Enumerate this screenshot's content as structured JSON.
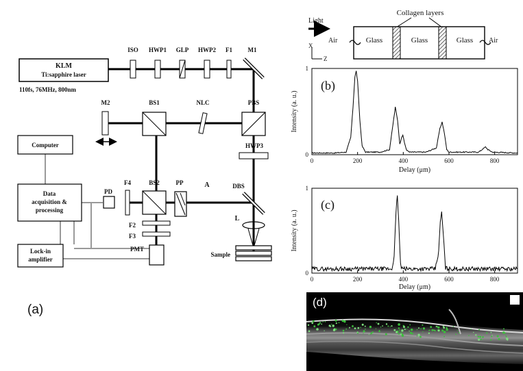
{
  "setup": {
    "laser_name": "KLM",
    "laser_type": "Ti:sapphire laser",
    "laser_specs": "110fs, 76MHz, 800nm",
    "components": {
      "iso": "ISO",
      "hwp1": "HWP1",
      "glp": "GLP",
      "hwp2": "HWP2",
      "f1": "F1",
      "m1": "M1",
      "m2": "M2",
      "bs1": "BS1",
      "nlc": "NLC",
      "pbs": "PBS",
      "hwp3": "HWP3",
      "f4": "F4",
      "bs2": "BS2",
      "pp": "PP",
      "a": "A",
      "dbs": "DBS",
      "pd": "PD",
      "f2": "F2",
      "f3": "F3",
      "pmt": "PMT",
      "l": "L",
      "sample": "Sample"
    },
    "computer": "Computer",
    "daq_lines": [
      "Data",
      "acquisition &",
      "processing"
    ],
    "lockin_lines": [
      "Lock-in",
      "amplifier"
    ],
    "panel_label": "(a)"
  },
  "sample_schematic": {
    "light": "Light",
    "collagen": "Collagen layers",
    "air_left": "Air",
    "air_right": "Air",
    "glass": [
      "Glass",
      "Glass",
      "Glass"
    ],
    "axis_x": "X",
    "axis_z": "Z"
  },
  "chart_data": [
    {
      "type": "line",
      "panel": "(b)",
      "xlabel": "Delay (μm)",
      "ylabel": "Intensity (a. u.)",
      "xlim": [
        0,
        900
      ],
      "ylim": [
        0,
        1
      ],
      "xticks": [
        "0",
        "200",
        "400",
        "600",
        "800"
      ],
      "yticks": [
        "0",
        "1"
      ],
      "series": [
        {
          "x": [
            0,
            100,
            150,
            170,
            180,
            188,
            194,
            200,
            210,
            220,
            235,
            300,
            340,
            355,
            365,
            375,
            385,
            392,
            398,
            405,
            415,
            430,
            500,
            545,
            560,
            570,
            580,
            590,
            600,
            640,
            730,
            750,
            760,
            770,
            790,
            900
          ],
          "y": [
            0.02,
            0.02,
            0.03,
            0.2,
            0.55,
            0.9,
            0.97,
            0.85,
            0.4,
            0.1,
            0.03,
            0.03,
            0.06,
            0.35,
            0.55,
            0.4,
            0.12,
            0.2,
            0.23,
            0.14,
            0.05,
            0.03,
            0.03,
            0.08,
            0.3,
            0.38,
            0.25,
            0.06,
            0.03,
            0.03,
            0.03,
            0.07,
            0.09,
            0.06,
            0.03,
            0.02
          ]
        }
      ]
    },
    {
      "type": "line",
      "panel": "(c)",
      "xlabel": "Delay (μm)",
      "ylabel": "Intensity (a. u.)",
      "xlim": [
        0,
        900
      ],
      "ylim": [
        0,
        1
      ],
      "xticks": [
        "0",
        "200",
        "400",
        "600",
        "800"
      ],
      "yticks": [
        "0",
        "1"
      ],
      "series": [
        {
          "x": [
            0,
            100,
            200,
            300,
            350,
            360,
            368,
            374,
            380,
            388,
            395,
            420,
            480,
            540,
            555,
            562,
            568,
            575,
            585,
            600,
            700,
            800,
            900
          ],
          "y": [
            0.05,
            0.05,
            0.05,
            0.05,
            0.05,
            0.2,
            0.7,
            0.93,
            0.6,
            0.1,
            0.05,
            0.05,
            0.05,
            0.05,
            0.25,
            0.6,
            0.72,
            0.45,
            0.06,
            0.05,
            0.05,
            0.05,
            0.05
          ]
        }
      ]
    }
  ],
  "image_panel": {
    "label": "(d)"
  }
}
